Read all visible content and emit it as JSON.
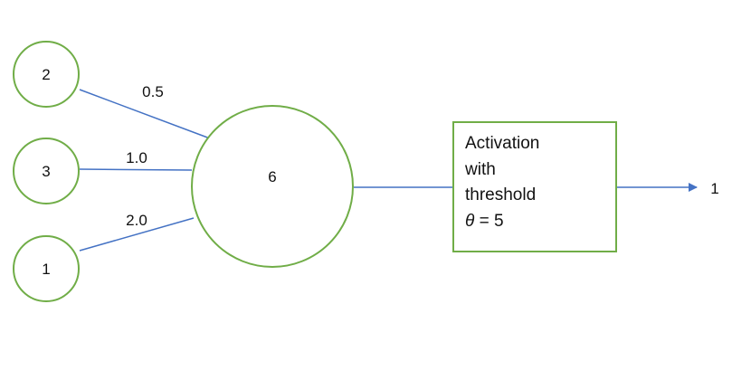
{
  "inputs": [
    {
      "value": "2",
      "weight": "0.5"
    },
    {
      "value": "3",
      "weight": "1.0"
    },
    {
      "value": "1",
      "weight": "2.0"
    }
  ],
  "sum_node": {
    "value": "6"
  },
  "activation_box": {
    "line1": "Activation",
    "line2": "with",
    "line3": "threshold",
    "line4_symbol": "θ",
    "line4_rest": " = 5"
  },
  "output": {
    "value": "1"
  },
  "colors": {
    "node_stroke": "#70ad47",
    "edge": "#4472c4",
    "text": "#111111"
  }
}
